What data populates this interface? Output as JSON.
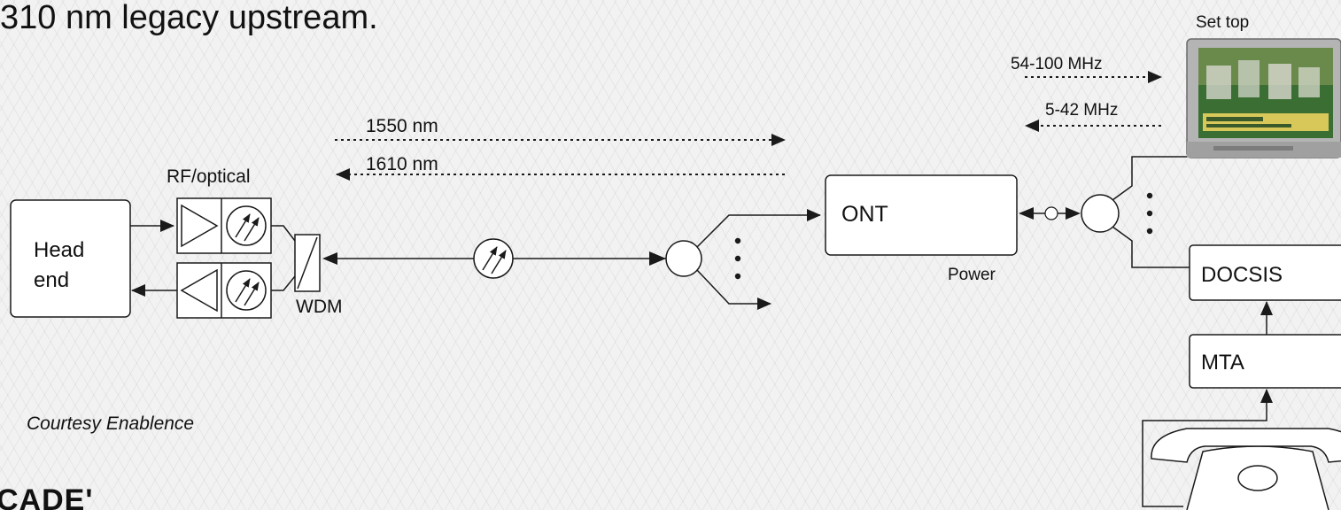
{
  "slide": {
    "heading_fragment": "310 nm legacy upstream.",
    "logo_fragment": "CADE'",
    "courtesy": "Courtesy Enablence"
  },
  "diagram": {
    "headend_line1": "Head",
    "headend_line2": "end",
    "rf_optical": "RF/optical",
    "wdm": "WDM",
    "wl_downstream": "1550 nm",
    "wl_upstream": "1610 nm",
    "ont": "ONT",
    "power": "Power",
    "set_top": "Set top",
    "rf_down": "54-100 MHz",
    "rf_up": "5-42 MHz",
    "docsis": "DOCSIS",
    "mta": "MTA"
  },
  "icons": [
    "tv-icon",
    "telephone-icon",
    "photodiode-icon",
    "amplifier-icon",
    "splitter-icon"
  ],
  "colors": {
    "line": "#1a1a1a",
    "box_fill": "#ffffff",
    "background": "#f2f2f2"
  }
}
